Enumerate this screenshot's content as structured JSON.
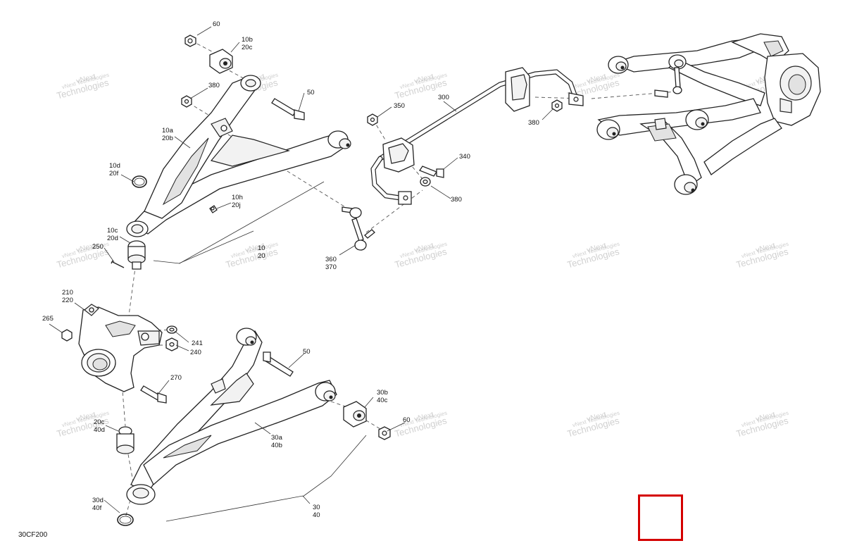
{
  "diagram_code": "30CF200",
  "watermark": {
    "line1": "vNext",
    "line2": "Technologies",
    "inline": "vNext Technologies"
  },
  "labels": {
    "c60": "60",
    "c10b": "10b",
    "c20c_top": "20c",
    "c380_a": "380",
    "c50_top": "50",
    "c10a": "10a",
    "c20b": "20b",
    "c10d": "10d",
    "c20f": "20f",
    "c10h": "10h",
    "c20j": "20j",
    "c10c": "10c",
    "c20d": "20d",
    "c250": "250",
    "c10": "10",
    "c20": "20",
    "c300": "300",
    "c350": "350",
    "c340": "340",
    "c380_b": "380",
    "c380_c": "380",
    "c360": "360",
    "c370": "370",
    "c210": "210",
    "c220": "220",
    "c265": "265",
    "c241": "241",
    "c240": "240",
    "c50_bot": "50",
    "c270": "270",
    "c30b": "30b",
    "c40c": "40c",
    "c60_b": "60",
    "c20c_bot": "20c",
    "c40d": "40d",
    "c30a": "30a",
    "c40b": "40b",
    "c30d": "30d",
    "c40f": "40f",
    "c30": "30",
    "c40": "40"
  },
  "highlight_color": "#d40000"
}
